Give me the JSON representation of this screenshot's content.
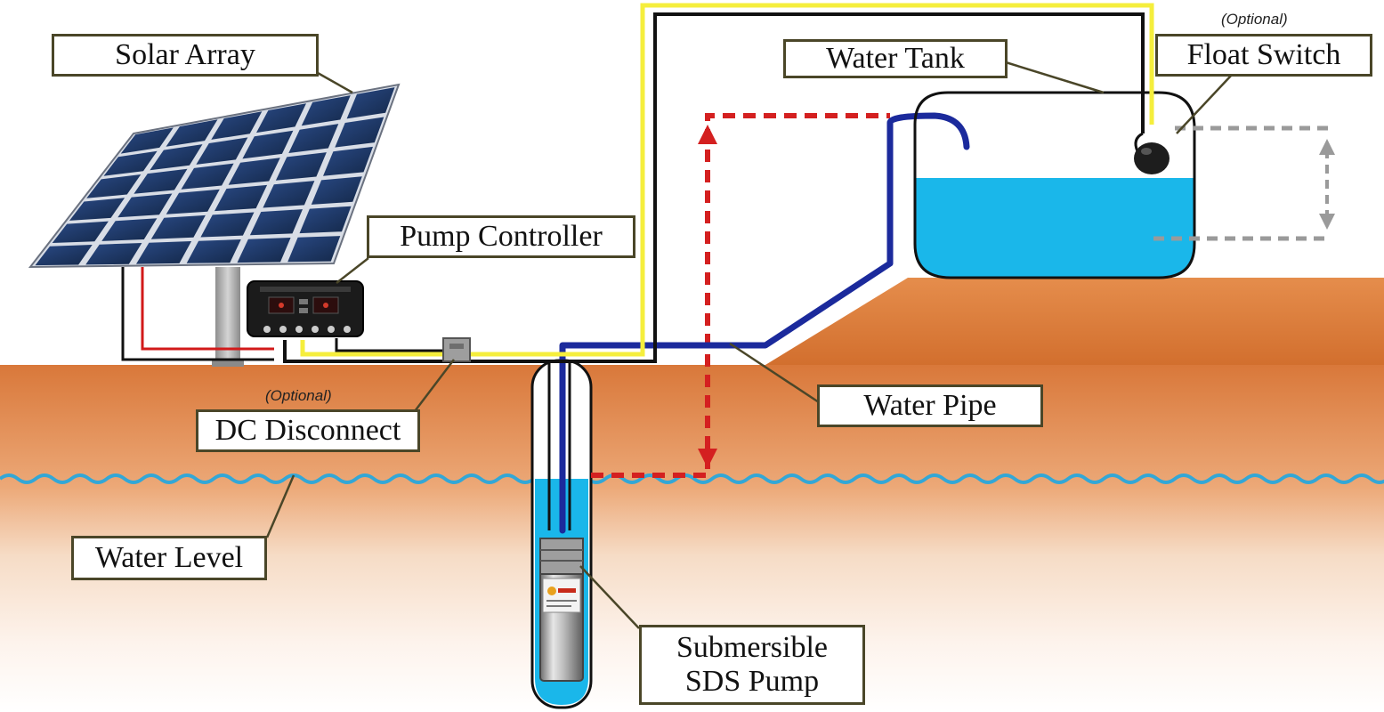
{
  "labels": {
    "solar_array": "Solar Array",
    "pump_controller": "Pump Controller",
    "water_tank": "Water Tank",
    "float_switch": "Float Switch",
    "float_switch_note": "(Optional)",
    "dc_disconnect": "DC Disconnect",
    "dc_disconnect_note": "(Optional)",
    "water_pipe": "Water Pipe",
    "water_level": "Water Level",
    "pump_line1": "Submersible",
    "pump_line2": "SDS Pump"
  },
  "colors": {
    "sky": "#ffffff",
    "soil_top": "#d9783a",
    "soil_mid": "#f2d5bd",
    "soil_bottom": "#ffffff",
    "water": "#1ab7ea",
    "water_line": "#33a7d6",
    "pipe": "#1b2a9c",
    "wire_yellow": "#f5ee3c",
    "wire_black": "#111111",
    "wire_red": "#d21a1a",
    "dimension_red": "#d42020",
    "dimension_grey": "#9a9a9a",
    "panel_cell": "#1d3566",
    "label_border": "#4a4628"
  },
  "icons": {
    "solar_panel": "solar-panel-icon",
    "controller": "pump-controller-icon",
    "disconnect": "dc-disconnect-box-icon",
    "float": "float-switch-icon",
    "pump": "submersible-pump-icon"
  }
}
